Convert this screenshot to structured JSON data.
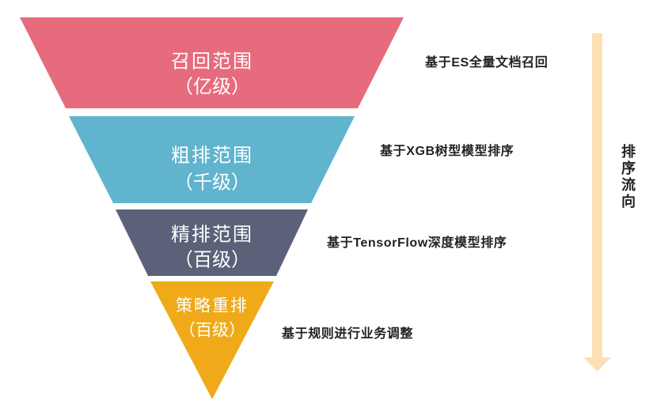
{
  "funnel": {
    "levels": [
      {
        "title": "召回范围",
        "scale": "（亿级）",
        "description": "基于ES全量文档召回",
        "color": "#E66B7C"
      },
      {
        "title": "粗排范围",
        "scale": "（千级）",
        "description": "基于XGB树型模型排序",
        "color": "#60B4CE"
      },
      {
        "title": "精排范围",
        "scale": "（百级）",
        "description": "基于TensorFlow深度模型排序",
        "color": "#5A6178"
      },
      {
        "title": "策略重排",
        "scale": "（百级）",
        "description": "基于规则进行业务调整",
        "color": "#F0AA19"
      }
    ]
  },
  "flow_arrow": {
    "label": "排序流向",
    "color": "#FCDFB5",
    "icon": "arrow-down-icon"
  },
  "colors": {
    "background": "#FFFFFF",
    "funnel_text": "#FFFFFF",
    "label_text": "#222222"
  }
}
